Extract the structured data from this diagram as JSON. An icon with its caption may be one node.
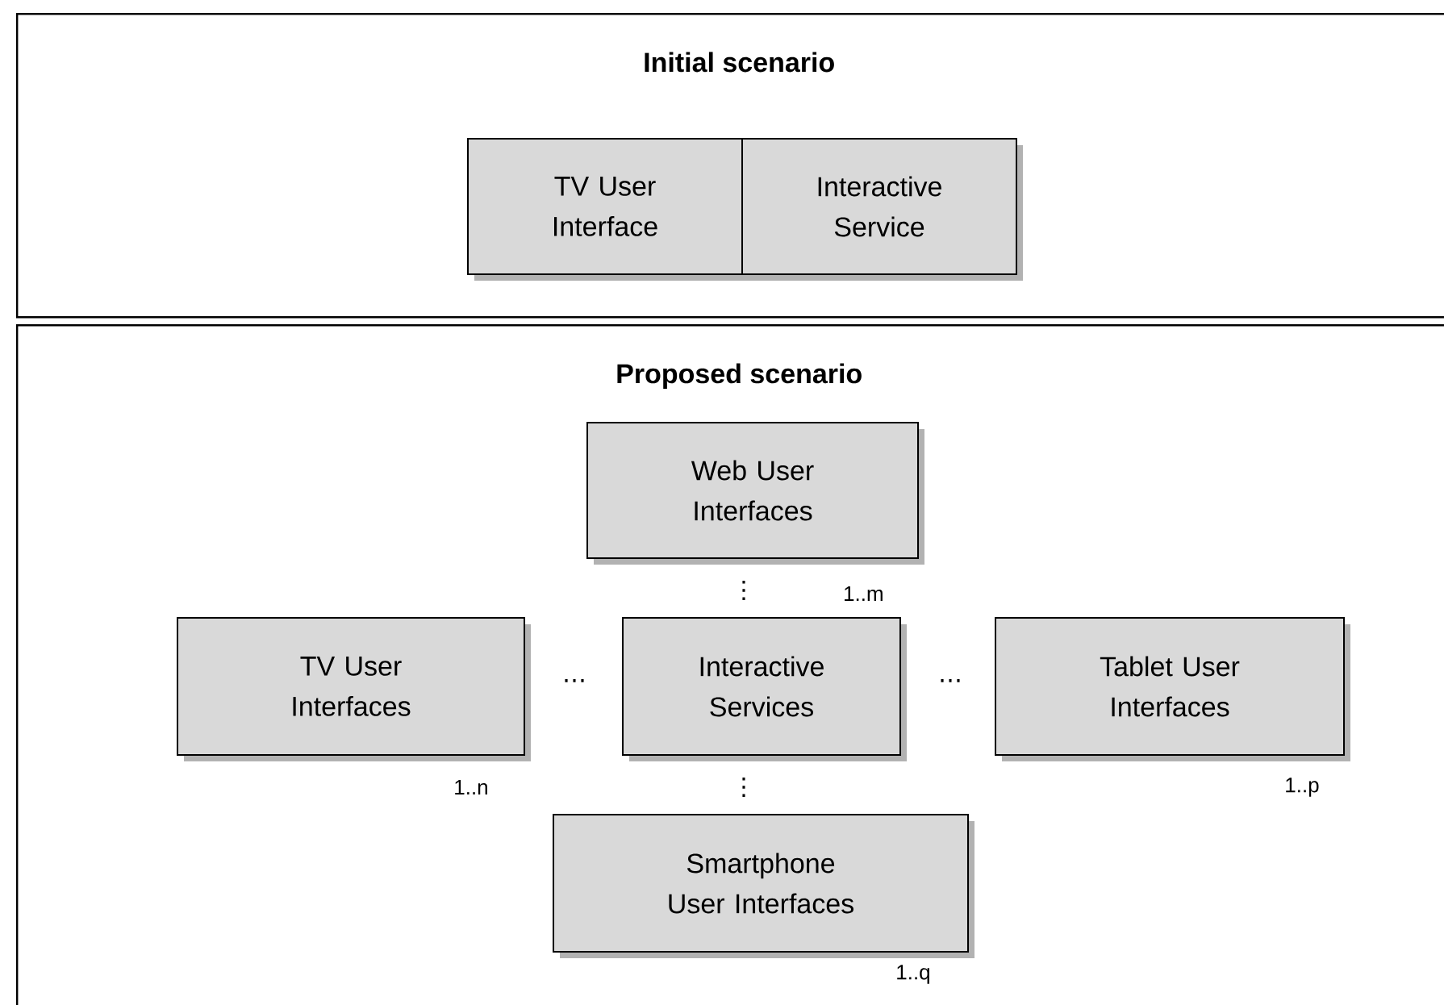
{
  "diagram": {
    "nodes": [
      {
        "text": [
          "Initial scenario"
        ]
      },
      {
        "text": [
          "TV User Interface"
        ],
        "in": 0
      },
      {
        "text": [
          "Interactive Service"
        ],
        "in": 0
      },
      {
        "text": [
          "Proposed scenario"
        ]
      },
      {
        "text": [
          "Web User Interfaces"
        ],
        "in": 3,
        "beside": [
          "1..m"
        ]
      },
      {
        "text": [
          "TV User Interfaces"
        ],
        "in": 3,
        "beside": [
          "1..n"
        ]
      },
      {
        "text": [
          "Interactive Services"
        ],
        "in": 3
      },
      {
        "text": [
          "Tablet User Interfaces"
        ],
        "in": 3,
        "beside": [
          "1..p"
        ]
      },
      {
        "text": [
          "Smartphone User Interfaces"
        ],
        "in": 3,
        "beside": [
          "1..q"
        ]
      }
    ],
    "labels": [
      "⋮",
      "…",
      "…",
      "⋮"
    ]
  }
}
